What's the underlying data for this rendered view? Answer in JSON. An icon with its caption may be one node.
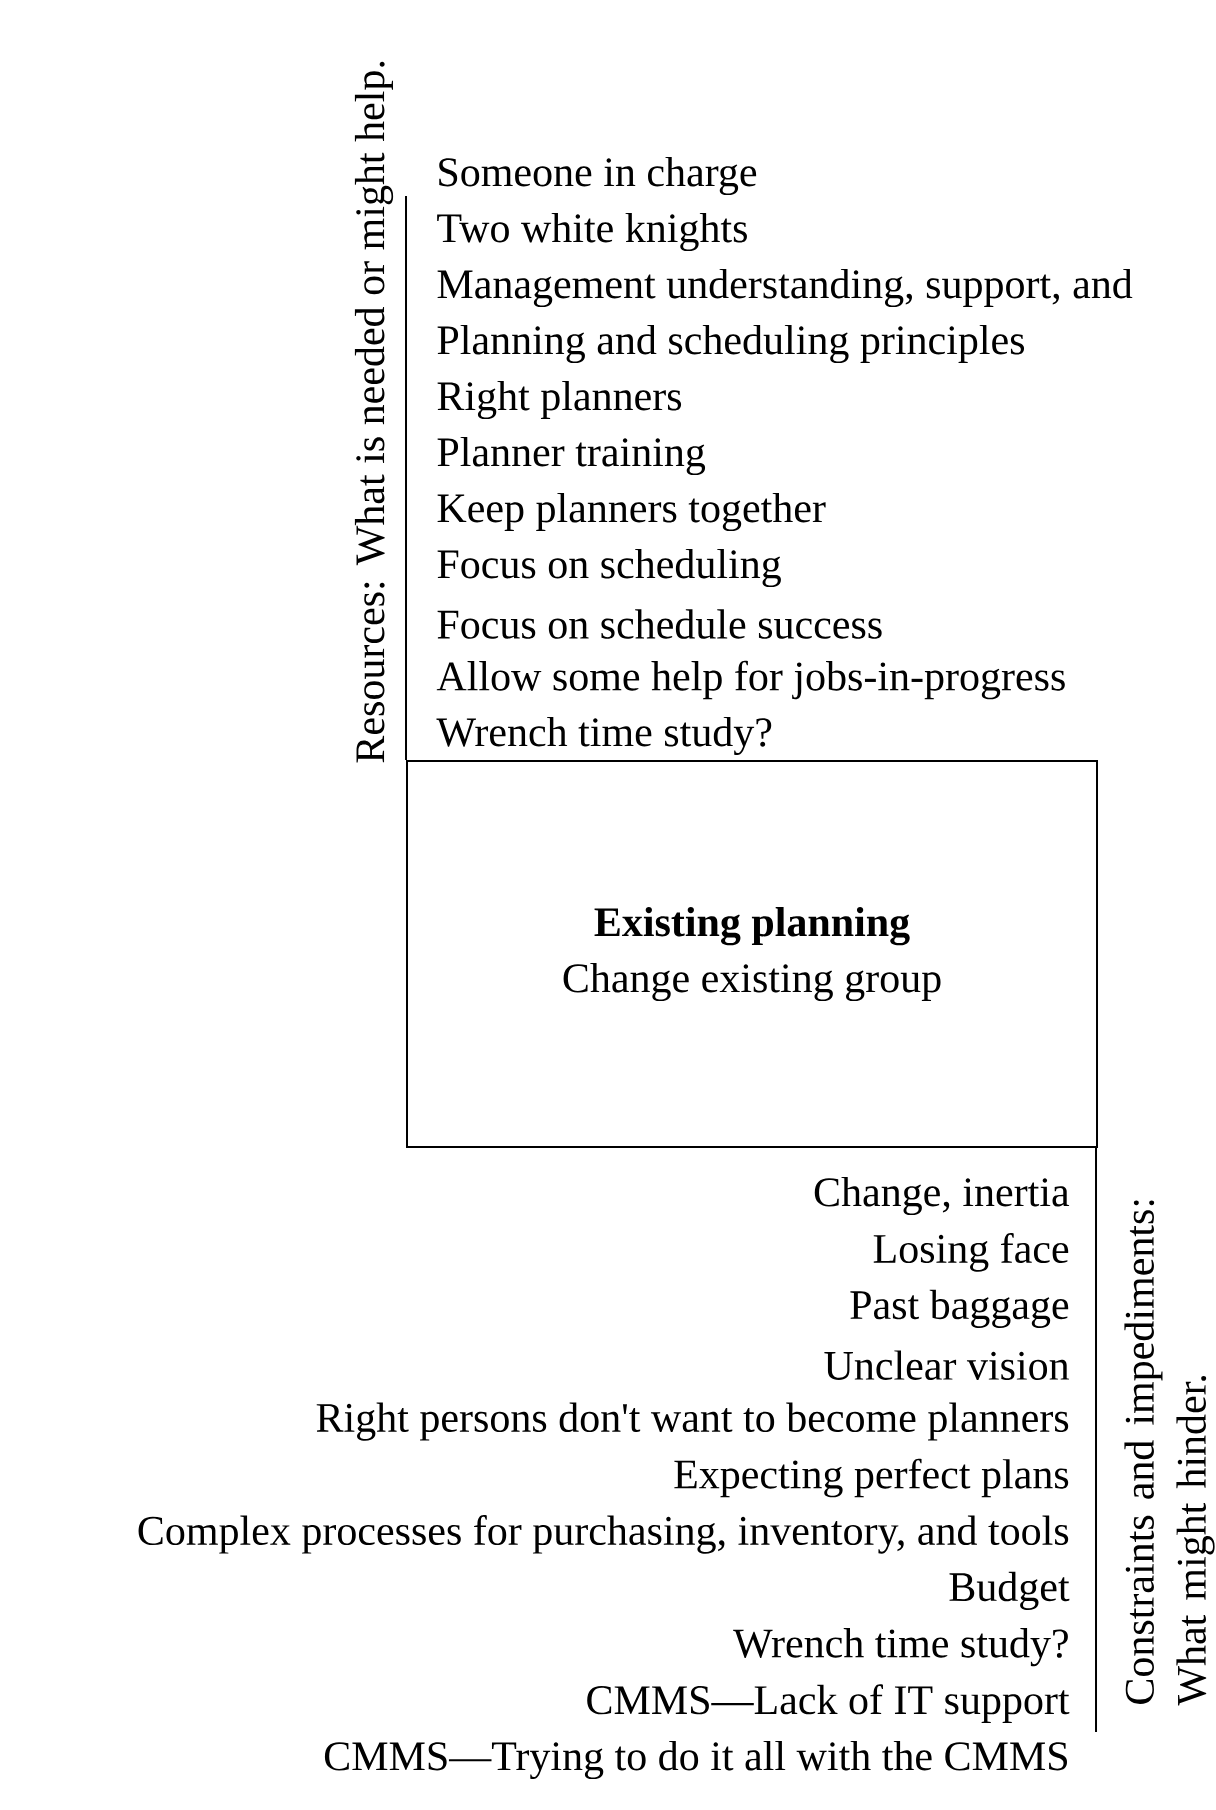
{
  "diagram": {
    "nodes": [
      {
        "text": [
          "Existing planning",
          "Change existing group"
        ]
      }
    ],
    "labels": [
      "Resources: What is needed or might help.",
      "Someone in charge",
      "Two white knights",
      "Management understanding, support, and",
      "Planning and scheduling principles",
      "Right planners",
      "Planner training",
      "Keep planners together",
      "Focus on scheduling",
      "Focus on schedule success",
      "Allow some help for jobs-in-progress",
      "Wrench time study?",
      "Change, inertia",
      "Losing face",
      "Past baggage",
      "Unclear vision",
      "Right persons don't want to become planners",
      "Expecting perfect plans",
      "Complex processes for purchasing, inventory, and tools",
      "Budget",
      "Wrench time study?",
      "CMMS—Lack of IT support",
      "CMMS—Trying to do it all with the CMMS",
      "Constraints and impediments: What might hinder."
    ]
  }
}
